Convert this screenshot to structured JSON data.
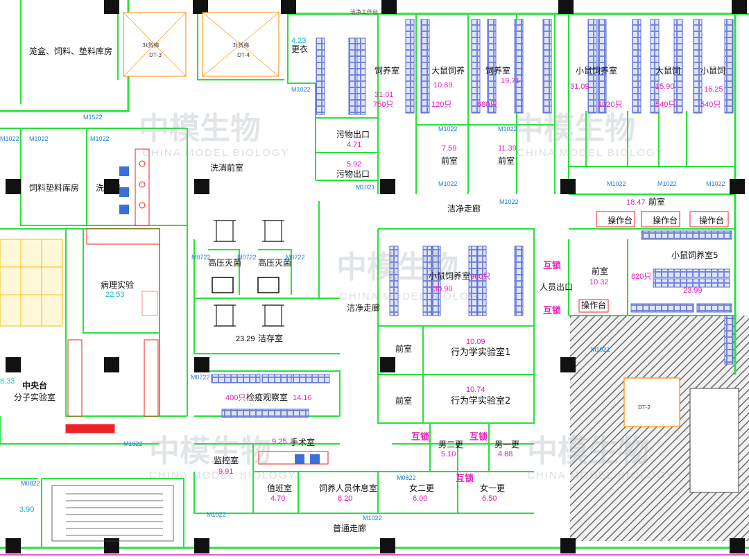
{
  "rooms": {
    "cage_store": "笼盒、饲料、垫料库房",
    "feed_store": "饲料垫料库房",
    "laundry": "洗衣房",
    "pathology": "病理实验",
    "pathology_area": "22.53",
    "central_bench": "中央台",
    "molecular": "分子实验室",
    "molecular_area": "8.33",
    "wash_front": "洗消前室",
    "clean_store": "洁存室",
    "clean_store_area": "23.29",
    "waste1": "污物出口",
    "waste1_area": "4.71",
    "waste2": "污物出口",
    "waste2_area": "5.92",
    "quarantine": "检疫观察室",
    "quarantine_area": "14.16",
    "quarantine_cap": "400只",
    "surgery": "手术室",
    "surgery_area": "9.25",
    "monitor": "监控室",
    "monitor_area": "9.91",
    "duty": "值班室",
    "duty_area": "4.70",
    "staff_rest": "饲养人员休息室",
    "staff_rest_area": "8.20",
    "female2": "女二更",
    "female2_area": "6.00",
    "female1": "女一更",
    "female1_area": "6.50",
    "male2": "男二更",
    "male2_area": "5.10",
    "male1": "男一更",
    "male1_area": "4.88",
    "behavior1": "行为学实验室1",
    "behavior1_area": "10.09",
    "behavior2": "行为学实验室2",
    "behavior2_area": "10.74",
    "front1": "前室",
    "front2": "前室",
    "mouse_center": "小鼠饲养室",
    "mouse_center_area": "30.90",
    "mouse_center_cap": "960只",
    "clean_corridor1": "洁净走廊",
    "clean_corridor2": "洁净走廊",
    "people_exit": "人员出口",
    "front_big": "前室",
    "front_big_area": "18.47",
    "front_right": "前室",
    "front_right_area": "10.32",
    "mouse5": "小鼠饲养室5",
    "mouse5_area": "23.99",
    "mouse5_cap": "820只",
    "rearing_top1": "饲养室",
    "rearing_top1_area": "31.01",
    "rearing_top1_cap": "750只",
    "rat_room": "大鼠饲养",
    "rat_area": "10.89",
    "rat_cap": "120只",
    "rearing_top3": "饲养室",
    "rearing_top3_area": "19.71",
    "rearing_top3_cap": "680只",
    "rearing_top4": "小鼠饲养室",
    "rearing_top4_area": "31.09",
    "rearing_top4_cap": "1020只",
    "rearing_top5": "大鼠饲",
    "rearing_top5_area": "15.90",
    "rearing_top5_cap": "540只",
    "rearing_top6": "小鼠饲",
    "rearing_top6_area": "16.25",
    "rearing_top6_cap": "540只",
    "front_top1": "前室",
    "front_top1_area": "7.59",
    "front_top2": "前室",
    "front_top2_area": "11.39",
    "normal_corridor": "普通走廊",
    "changing_top": "更衣",
    "changing_top_area": "4.23",
    "stair_area": "3.90"
  },
  "labels": {
    "op_bench": "操作台",
    "interlock": "互锁",
    "autoclave": "高压灭菌",
    "dt3": "DT-3",
    "dt4": "DT-4",
    "dt2": "DT-2",
    "elevator3": "3t货梯",
    "cleaner_hall": "洁净工作台"
  },
  "doors": {
    "M1522": "M1522",
    "M1022a": "M1022",
    "M1022b": "M1022",
    "M1022c": "M1022",
    "M1022d": "M1022",
    "M1022e": "M1022",
    "M1022f": "M1022",
    "M1022g": "M1022",
    "M1022h": "M1022",
    "M1022i": "M1022",
    "M1022j": "M1022",
    "M1022k": "M1022",
    "M1022l": "M1022",
    "M1022m": "M1022",
    "M1021a": "M1021",
    "M1021b": "M1021",
    "M0722a": "M0722",
    "M0722b": "M0722",
    "M0722c": "M0722",
    "M0722d": "M0722",
    "M1622": "M1622",
    "M0822a": "M0822",
    "M0822b": "M0822"
  },
  "watermark": {
    "cn": "中模生物",
    "en": "CHINA MODEL BIOLOGY"
  },
  "colors": {
    "wall": "#27e23a",
    "door": "#1a7fd6",
    "capacity": "#e21fb8",
    "rack": "#5a6fd0",
    "rack_fill": "#d8defa",
    "column": "#111111"
  }
}
